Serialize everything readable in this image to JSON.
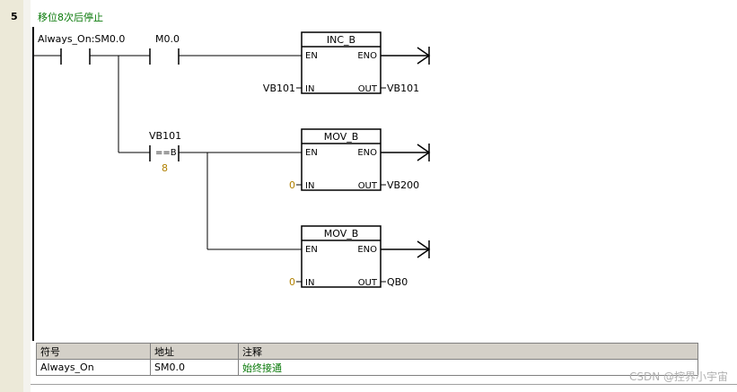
{
  "network": {
    "number": "5",
    "title": "移位8次后停止"
  },
  "contacts": {
    "always_on": "Always_On:SM0.0",
    "m0": "M0.0",
    "vb101": "VB101",
    "compare_op": "==B",
    "compare_value": "8"
  },
  "boxes": [
    {
      "name": "INC_B",
      "en": "EN",
      "eno": "ENO",
      "in_label": "IN",
      "out_label": "OUT",
      "in_operand": "VB101",
      "out_operand": "VB101"
    },
    {
      "name": "MOV_B",
      "en": "EN",
      "eno": "ENO",
      "in_label": "IN",
      "out_label": "OUT",
      "in_operand": "0",
      "out_operand": "VB200"
    },
    {
      "name": "MOV_B",
      "en": "EN",
      "eno": "ENO",
      "in_label": "IN",
      "out_label": "OUT",
      "in_operand": "0",
      "out_operand": "QB0"
    }
  ],
  "symbol_table": {
    "headers": [
      "符号",
      "地址",
      "注释"
    ],
    "rows": [
      {
        "symbol": "Always_On",
        "address": "SM0.0",
        "comment": "始终接通"
      }
    ]
  },
  "watermark": "CSDN @控界小宇宙",
  "colors": {
    "comment_green": "#0a7a0a",
    "constant_orange": "#b08000",
    "gutter_gray": "#ece9d8",
    "header_gray": "#d4d0c8"
  }
}
